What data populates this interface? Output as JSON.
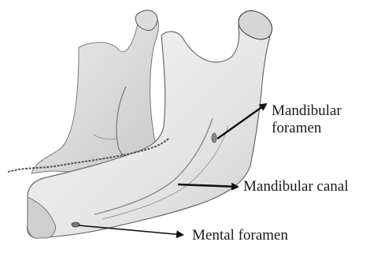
{
  "labels": {
    "mandibular_foramen": [
      "Mandibular",
      "foramen"
    ],
    "mandibular_canal": "Mandibular canal",
    "mental_foramen": "Mental foramen"
  },
  "colors": {
    "bone_fill": "#e9e9e9",
    "bone_shadow": "#b9b9b9",
    "bone_edge": "#6a6a6a",
    "arrow": "#111111",
    "text": "#1a1a1a"
  }
}
